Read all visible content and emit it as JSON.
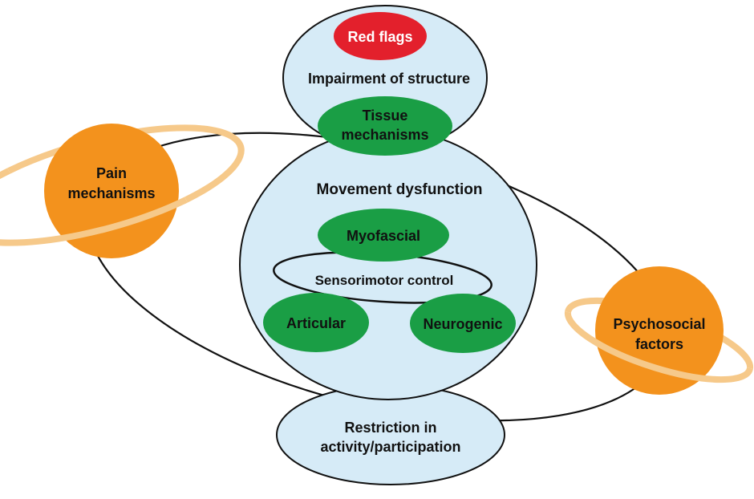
{
  "diagram": {
    "top_section": {
      "red_flags": "Red flags",
      "title": "Impairment of structure",
      "tissue_line1": "Tissue",
      "tissue_line2": "mechanisms"
    },
    "middle_section": {
      "title": "Movement dysfunction",
      "myofascial": "Myofascial",
      "sensorimotor": "Sensorimotor control",
      "articular": "Articular",
      "neurogenic": "Neurogenic"
    },
    "bottom_section": {
      "line1": "Restriction in",
      "line2": "activity/participation"
    },
    "pain_planet": {
      "line1": "Pain",
      "line2": "mechanisms"
    },
    "psychosocial_planet": {
      "line1": "Psychosocial",
      "line2": "factors"
    }
  },
  "colors": {
    "light_blue": "#d6ebf7",
    "green": "#1a9e45",
    "red": "#e3202c",
    "orange": "#f3921d",
    "ring": "#f6c98a",
    "outline": "#111111"
  }
}
